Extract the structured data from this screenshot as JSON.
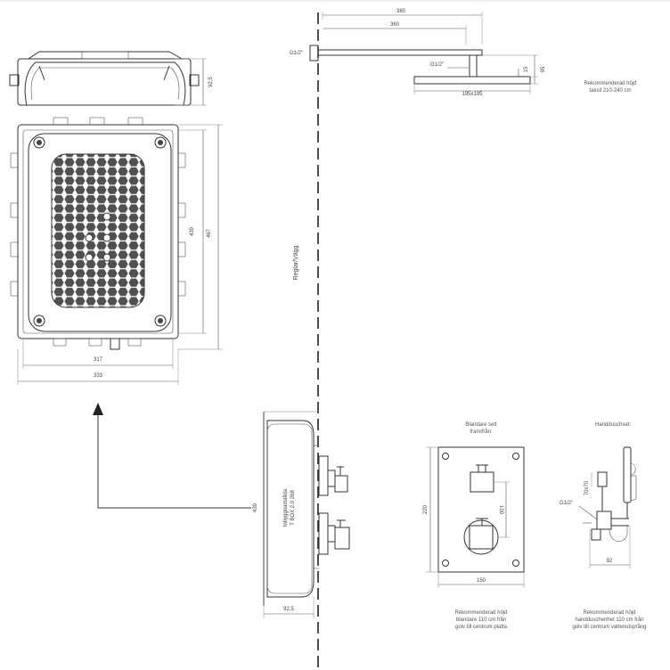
{
  "wall_label": "Reglar/Vägg",
  "shower_head": {
    "dim_arm_outer": "380",
    "dim_arm_inner": "360",
    "thread_wall": "G1/2\"",
    "thread_head": "G1/2\"",
    "dim_15": "15",
    "dim_95": "95",
    "dim_head": "195x195",
    "note_line1": "Rekommenderad höjd",
    "note_line2": "taksil 210-240 cm"
  },
  "tbox": {
    "dim_depth": "92,5",
    "dim_inner_h": "439",
    "dim_outer_h": "467",
    "dim_inner_w": "317",
    "dim_outer_w": "333"
  },
  "side_view": {
    "vertical_text_1": "Inbyggnadslåda",
    "vertical_text_2": "T BOX 2.0 268",
    "dim_h": "439",
    "dim_w": "92,5"
  },
  "mixer": {
    "title_line1": "Blandare sett",
    "title_line2": "framifrån:",
    "dim_h": "220",
    "dim_inner": "100",
    "dim_w": "150",
    "note_line1": "Rekommenderad höjd",
    "note_line2": "blandare 110 cm från",
    "note_line3": "golv till centrum platta"
  },
  "hand_shower": {
    "title": "Handduschset:",
    "dim_size": "70x70",
    "thread": "G1/2\"",
    "dim_w": "92",
    "note_line1": "Rekommenderad höjd",
    "note_line2": "handduschenhet 110 cm från",
    "note_line3": "golv till centrum vattenutsprång"
  }
}
